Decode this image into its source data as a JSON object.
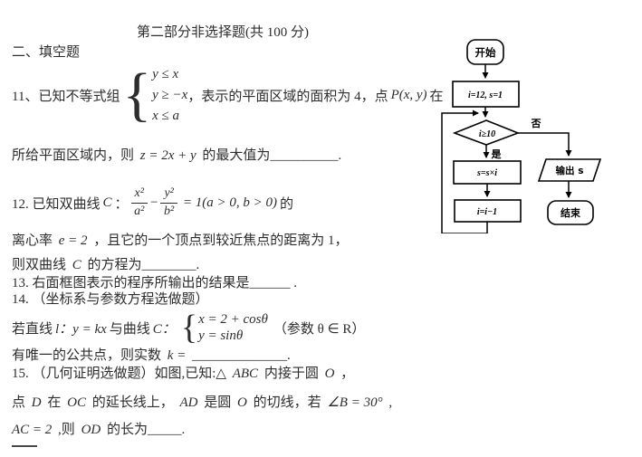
{
  "title": "第二部分非选择题(共 100 分)",
  "section": "二、填空题",
  "p11": {
    "lead": "11、已知不等式组",
    "system": [
      "y ≤ x",
      "y ≥ −x",
      "x ≤ a"
    ],
    "tail": "，表示的平面区域的面积为 4，点",
    "point": "P(x, y)",
    "tail2": "在",
    "line2": {
      "pre": "所给平面区域内，则",
      "math": "z = 2x + y",
      "post": "的最大值为__________."
    }
  },
  "p12": {
    "lead": "12.  已知双曲线",
    "c": "C",
    "colon": "：",
    "frac1_num": "x²",
    "frac1_den": "a²",
    "minus": "−",
    "frac2_num": "y²",
    "frac2_den": "b²",
    "eq": "= 1(a > 0, b > 0)",
    "de": "的",
    "line2": {
      "pre": "离心率",
      "math": "e = 2",
      "post": "，且它的一个顶点到较近焦点的距离为 1，"
    },
    "line3": {
      "pre": "则双曲线",
      "math": "C",
      "post": "的方程为________."
    }
  },
  "p13": "13. 右面框图表示的程序所输出的结果是______ .",
  "p14": {
    "head": "14. （坐标系与参数方程选做题）",
    "pre": "若直线",
    "lmath": "l：y = kx",
    "mid": "与曲线",
    "cmath": "C：",
    "system": [
      "x = 2 + cosθ",
      "y = sinθ"
    ],
    "tail": "（参数 θ ∈ R）",
    "line3": {
      "pre": "有唯一的公共点，则实数",
      "math": "k =",
      "post": "______________."
    }
  },
  "p15": {
    "line1": {
      "pre": "15. （几何证明选做题）如图,已知:△",
      "math": "ABC",
      "post": "内接于圆",
      "math2": "O",
      "post2": "，"
    },
    "line2": {
      "t0": "点",
      "m1": "D",
      "t1": "在",
      "m2": "OC",
      "t2": "的延长线上，",
      "m3": "AD",
      "t3": "是圆",
      "m4": "O",
      "t4": "的切线，若",
      "m5": "∠B = 30°",
      "t5": ","
    },
    "line3": {
      "m1": "AC = 2",
      "t1": ",则",
      "m2": "OD",
      "t2": "的长为_____."
    }
  },
  "flowchart": {
    "start": "开始",
    "init": "i=12, s=1",
    "cond": "i≥10",
    "no": "否",
    "yes": "是",
    "step1": "s=s×i",
    "step2": "i=i−1",
    "output": "输出 s",
    "end": "结束"
  }
}
